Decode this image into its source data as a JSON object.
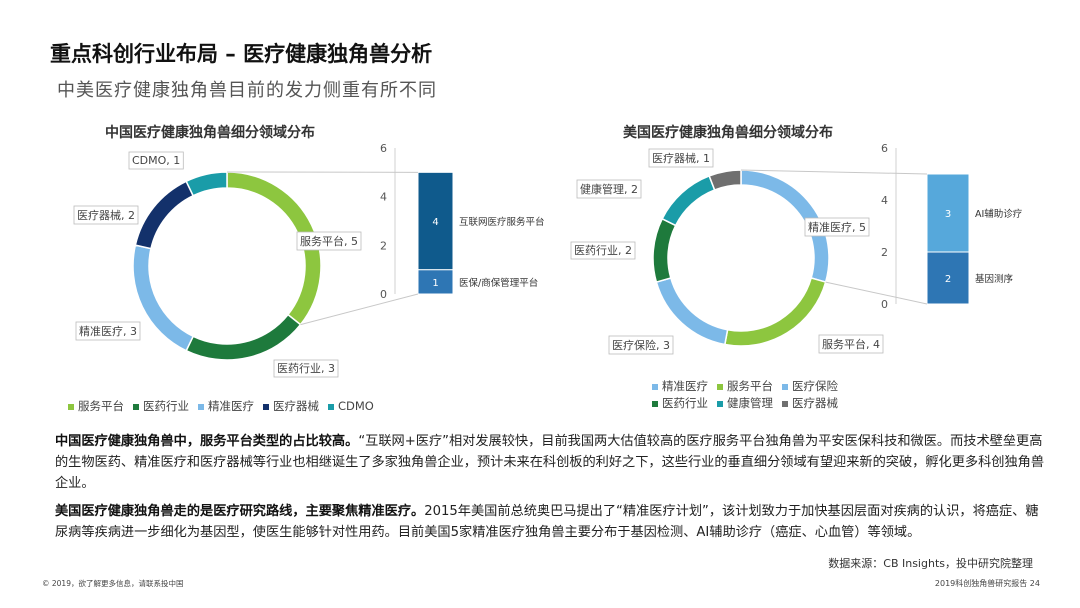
{
  "header": {
    "title": "重点科创行业布局 – 医疗健康独角兽分析",
    "subtitle": "中美医疗健康独角兽目前的发力侧重有所不同"
  },
  "colors": {
    "服务平台": "#8dc63f",
    "医药行业": "#1e7a3c",
    "精准医疗": "#7cb9e8",
    "医疗器械": "#13316b",
    "CDMO": "#1a9ca8",
    "健康管理": "#1a9ca8",
    "医疗保险": "#7cb9e8",
    "医疗器械_us": "#6f6f6f",
    "bar_dark": "#0f5a8c",
    "bar_light": "#56a8db",
    "bar_mid": "#2e76b4"
  },
  "chart_data": [
    {
      "type": "pie",
      "title": "中国医疗健康独角兽细分领域分布",
      "slices": [
        {
          "name": "服务平台",
          "value": 5,
          "label": "服务平台, 5"
        },
        {
          "name": "医药行业",
          "value": 3,
          "label": "医药行业, 3"
        },
        {
          "name": "精准医疗",
          "value": 3,
          "label": "精准医疗, 3"
        },
        {
          "name": "医疗器械",
          "value": 2,
          "label": "医疗器械, 2"
        },
        {
          "name": "CDMO",
          "value": 1,
          "label": "CDMO, 1"
        }
      ],
      "legend": [
        "服务平台",
        "医药行业",
        "精准医疗",
        "医疗器械",
        "CDMO"
      ],
      "breakdown": {
        "type": "bar",
        "stacked": true,
        "ylim": [
          0,
          6
        ],
        "ticks": [
          0,
          2,
          4,
          6
        ],
        "segments": [
          {
            "name": "医保/商保管理平台",
            "value": 1,
            "label": "1"
          },
          {
            "name": "互联网医疗服务平台",
            "value": 4,
            "label": "4"
          }
        ]
      }
    },
    {
      "type": "pie",
      "title": "美国医疗健康独角兽细分领域分布",
      "slices": [
        {
          "name": "精准医疗",
          "value": 5,
          "label": "精准医疗, 5"
        },
        {
          "name": "服务平台",
          "value": 4,
          "label": "服务平台, 4"
        },
        {
          "name": "医疗保险",
          "value": 3,
          "label": "医疗保险, 3"
        },
        {
          "name": "医药行业",
          "value": 2,
          "label": "医药行业, 2"
        },
        {
          "name": "健康管理",
          "value": 2,
          "label": "健康管理, 2"
        },
        {
          "name": "医疗器械",
          "value": 1,
          "label": "医疗器械, 1"
        }
      ],
      "legend": [
        "精准医疗",
        "服务平台",
        "医疗保险",
        "医药行业",
        "健康管理",
        "医疗器械"
      ],
      "breakdown": {
        "type": "bar",
        "stacked": true,
        "ylim": [
          0,
          6
        ],
        "ticks": [
          0,
          2,
          4,
          6
        ],
        "segments": [
          {
            "name": "基因测序",
            "value": 2,
            "label": "2"
          },
          {
            "name": "AI辅助诊疗",
            "value": 3,
            "label": "3"
          }
        ]
      }
    }
  ],
  "body": {
    "p1_bold": "中国医疗健康独角兽中，服务平台类型的占比较高。",
    "p1_text": "“互联网+医疗”相对发展较快，目前我国两大估值较高的医疗服务平台独角兽为平安医保科技和微医。而技术壁垒更高的生物医药、精准医疗和医疗器械等行业也相继诞生了多家独角兽企业，预计未来在科创板的利好之下，这些行业的垂直细分领域有望迎来新的突破，孵化更多科创独角兽企业。",
    "p2_bold": "美国医疗健康独角兽走的是医疗研究路线，主要聚焦精准医疗。",
    "p2_text": "2015年美国前总统奥巴马提出了“精准医疗计划”，该计划致力于加快基因层面对疾病的认识，将癌症、糖尿病等疾病进一步细化为基因型，使医生能够针对性用药。目前美国5家精准医疗独角兽主要分布于基因检测、AI辅助诊疗（癌症、心血管）等领域。",
    "source": "数据来源：CB Insights，投中研究院整理"
  },
  "footer": {
    "left": "© 2019，欲了解更多信息，请联系投中国",
    "right": "2019科创独角兽研究报告   24"
  }
}
